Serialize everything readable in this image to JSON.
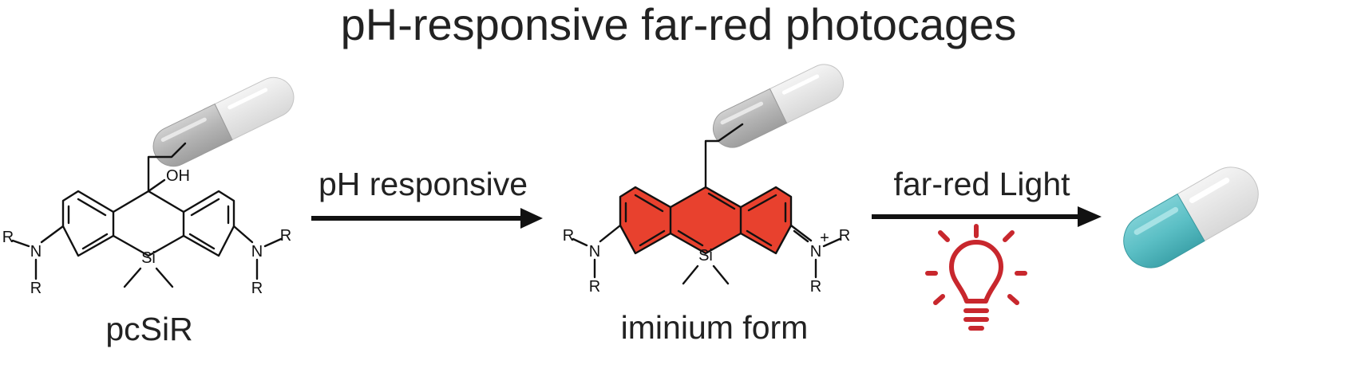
{
  "title": "pH-responsive far-red photocages",
  "reactant": {
    "label": "pcSiR",
    "atoms": {
      "hydroxyl": "OH",
      "silicon": "Si",
      "nitrogen": "N",
      "substituent": "R"
    }
  },
  "step1": {
    "label": "pH responsive"
  },
  "intermediate": {
    "label": "iminium form",
    "atoms": {
      "silicon": "Si",
      "nitrogen": "N",
      "charge": "+",
      "substituent": "R"
    },
    "ring_fill_color": "#E8412E"
  },
  "step2": {
    "label": "far-red Light",
    "icon": "lightbulb-icon",
    "icon_color": "#C8272D"
  },
  "product": {
    "icon": "capsule-icon",
    "color": "#5BBFC5"
  },
  "colors": {
    "cage_capsule": "#B9B9B9",
    "arrow": "#111111"
  }
}
